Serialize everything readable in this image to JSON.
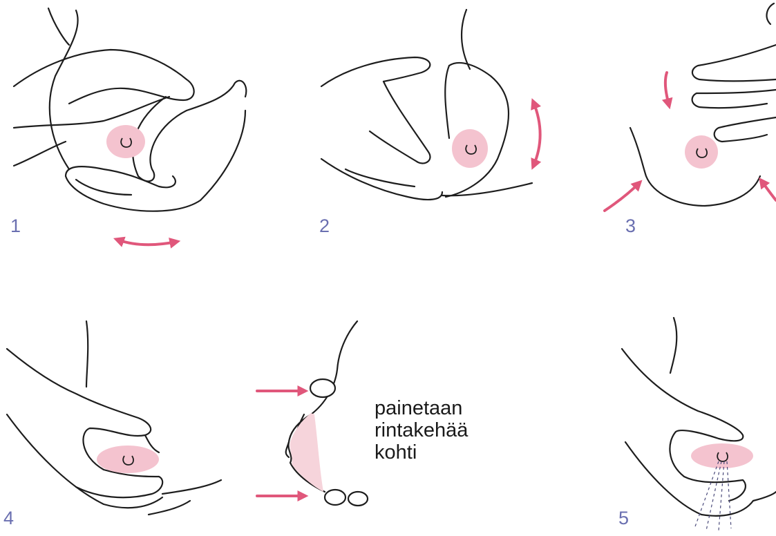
{
  "steps": [
    {
      "number": "1"
    },
    {
      "number": "2"
    },
    {
      "number": "3"
    },
    {
      "number": "4"
    },
    {
      "number": "5"
    }
  ],
  "caption": {
    "line1": "painetaan",
    "line2": "rintakehää",
    "line3": "kohti"
  },
  "colors": {
    "step_number": "#6a6fb0",
    "arrow": "#e0577b",
    "areola": "#f4c3cf",
    "ink": "#1d1d1d"
  }
}
